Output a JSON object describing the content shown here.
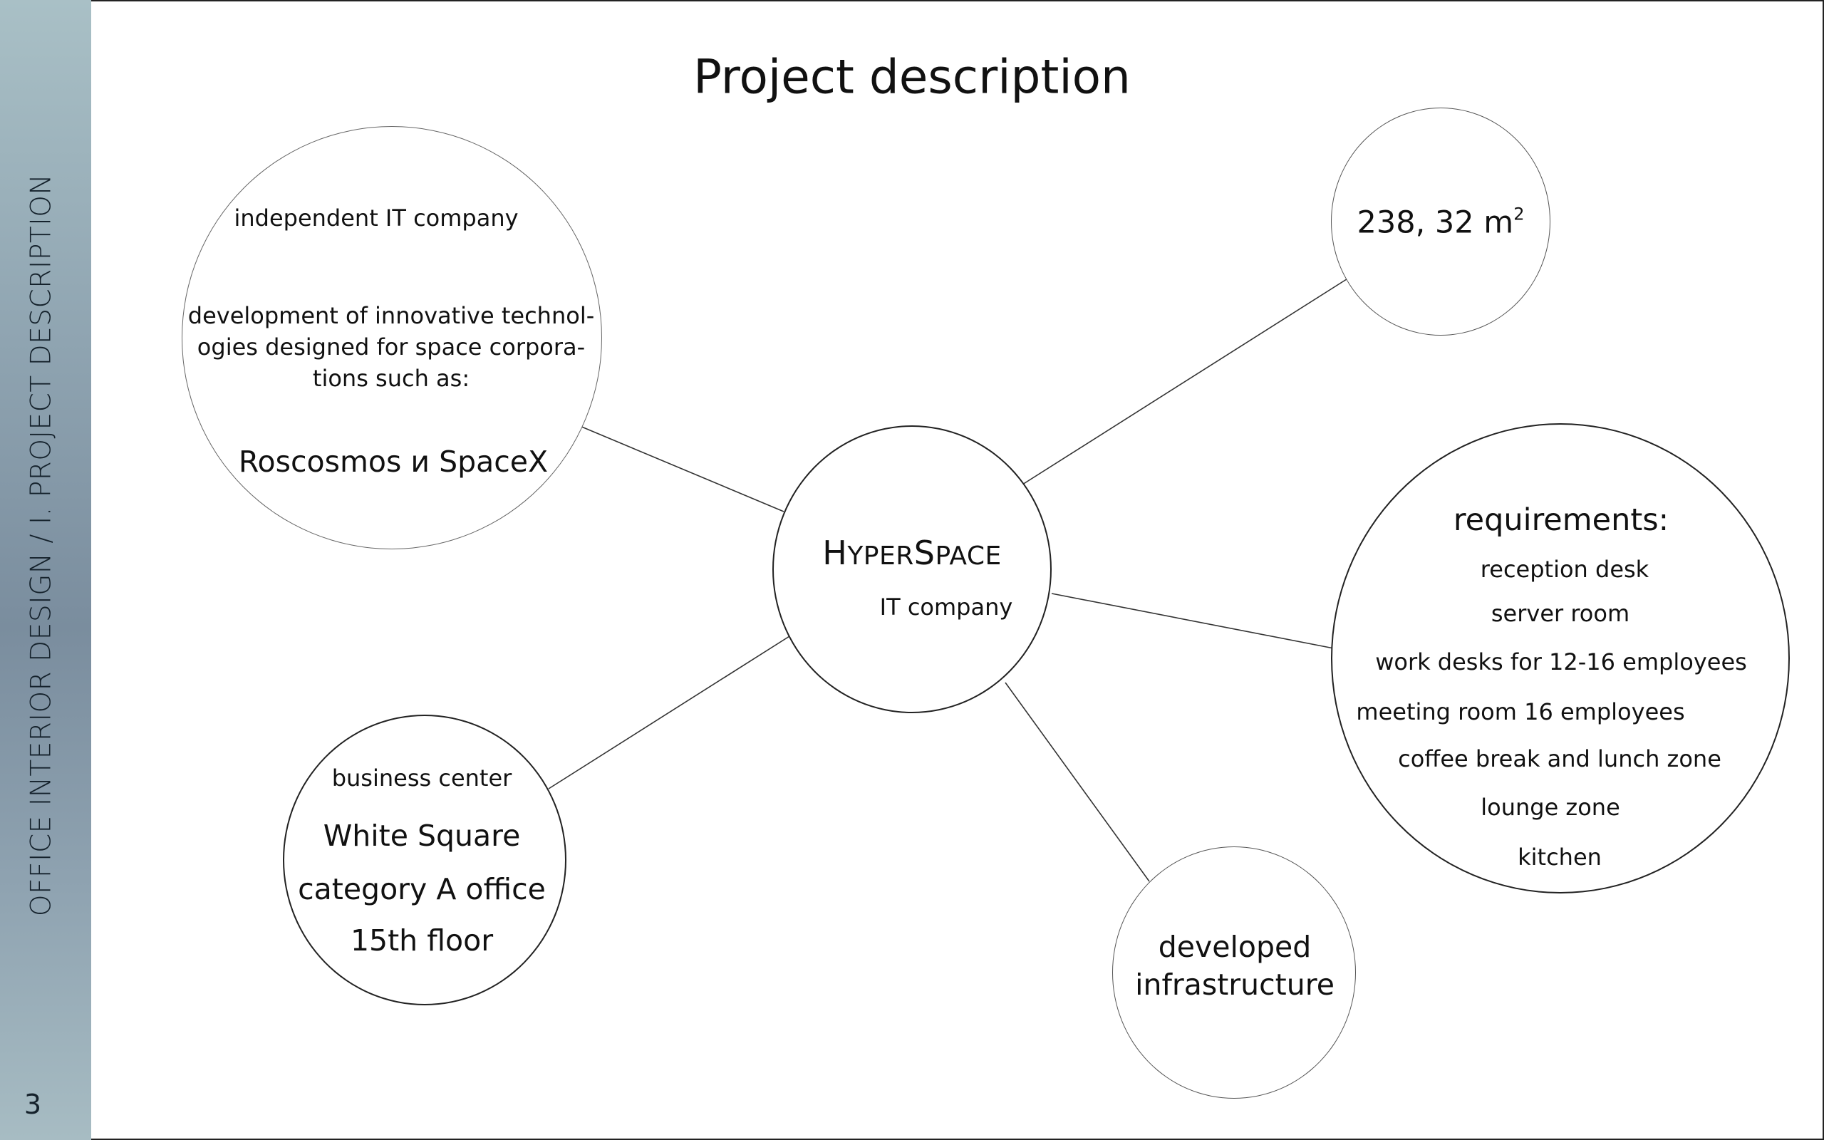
{
  "sidebar": {
    "title": "OFFICE INTERIOR DESIGN / I. PROJECT DESCRIPTION",
    "page_number": "3"
  },
  "header": {
    "title": "Project description"
  },
  "center": {
    "name_first_capital": "H",
    "name_first_rest": "YPER",
    "name_second_capital": "S",
    "name_second_rest": "PACE",
    "subtitle": "IT company"
  },
  "company_bubble": {
    "line1": "independent IT company",
    "description_lines": [
      "development of innovative technol-",
      "ogies designed for space corpora-",
      "tions such as:"
    ],
    "clients": "Roscosmos и SpaceX"
  },
  "area_bubble": {
    "value": "238, 32 m",
    "superscript": "2"
  },
  "requirements_bubble": {
    "title": "requirements:",
    "items": [
      "reception desk",
      "server room",
      "work desks for 12-16 employees",
      "meeting room 16 employees",
      "coffee break and lunch zone",
      "lounge zone",
      "kitchen"
    ]
  },
  "location_bubble": {
    "line1": "business center",
    "line2": "White Square",
    "line3": "category A office",
    "line4": "15th floor"
  },
  "infrastructure_bubble": {
    "line1": "developed",
    "line2": "infrastructure"
  }
}
